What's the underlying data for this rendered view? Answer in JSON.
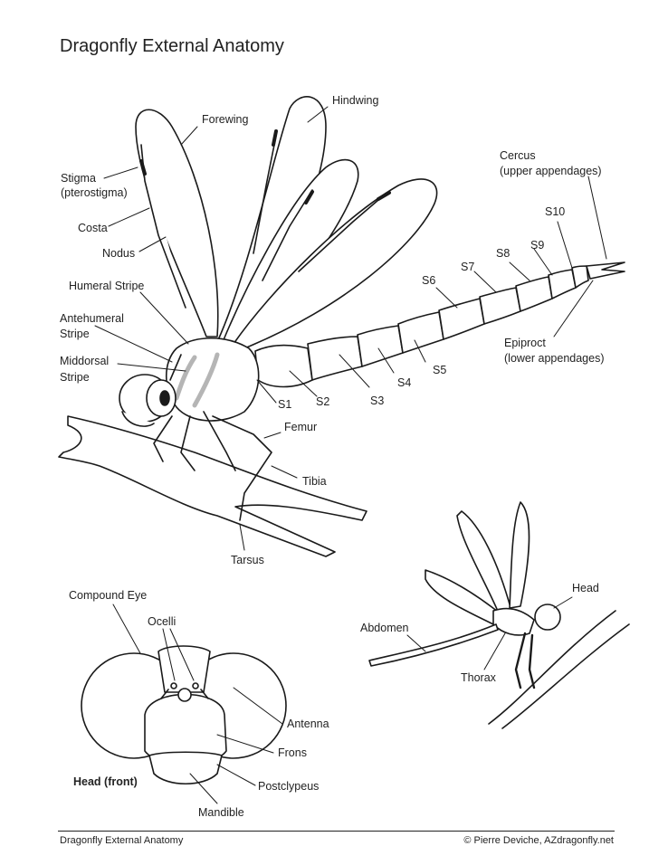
{
  "title": "Dragonfly External Anatomy",
  "labels": {
    "forewing": "Forewing",
    "hindwing": "Hindwing",
    "stigma": "Stigma",
    "pterostigma": "(pterostigma)",
    "costa": "Costa",
    "nodus": "Nodus",
    "humeral_stripe": "Humeral Stripe",
    "antehumeral_1": "Antehumeral",
    "antehumeral_2": "Stripe",
    "middorsal_1": "Middorsal",
    "middorsal_2": "Stripe",
    "cercus_1": "Cercus",
    "cercus_2": "(upper appendages)",
    "epiproct_1": "Epiproct",
    "epiproct_2": "(lower appendages)",
    "s1": "S1",
    "s2": "S2",
    "s3": "S3",
    "s4": "S4",
    "s5": "S5",
    "s6": "S6",
    "s7": "S7",
    "s8": "S8",
    "s9": "S9",
    "s10": "S10",
    "femur": "Femur",
    "tibia": "Tibia",
    "tarsus": "Tarsus",
    "compound_eye": "Compound Eye",
    "ocelli": "Ocelli",
    "antenna": "Antenna",
    "frons": "Frons",
    "postclypeus": "Postclypeus",
    "mandible": "Mandible",
    "head_front": "Head (front)",
    "head": "Head",
    "abdomen": "Abdomen",
    "thorax": "Thorax"
  },
  "footer": {
    "left": "Dragonfly External Anatomy",
    "right": "© Pierre Deviche, AZdragonfly.net"
  },
  "colors": {
    "line": "#1a1a1a",
    "stripe": "#b5b5b5",
    "stigma": "#1a1a1a"
  }
}
